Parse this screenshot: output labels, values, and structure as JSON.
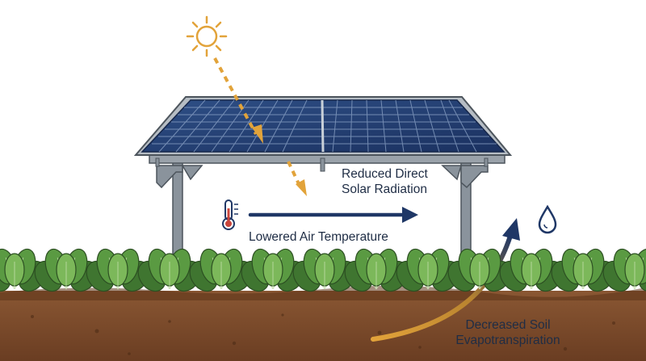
{
  "labels": {
    "radiation_line1": "Reduced Direct",
    "radiation_line2": "Solar Radiation",
    "air_temperature": "Lowered Air Temperature",
    "evap_line1": "Decreased Soil",
    "evap_line2": "Evapotranspiration"
  },
  "icons": {
    "sun": "sun-icon",
    "thermometer": "thermometer-icon",
    "water_drop": "water-drop-icon"
  },
  "colors": {
    "panel_navy": "#1f3766",
    "panel_grid": "#8fa6c9",
    "frame_gray": "#8a939c",
    "sun_orange": "#e2a33a",
    "arrow_navy": "#1f3766",
    "soil_brown": "#7a4a2a",
    "leaf_green": "#4f8a3b",
    "text_navy": "#1f2d45"
  }
}
